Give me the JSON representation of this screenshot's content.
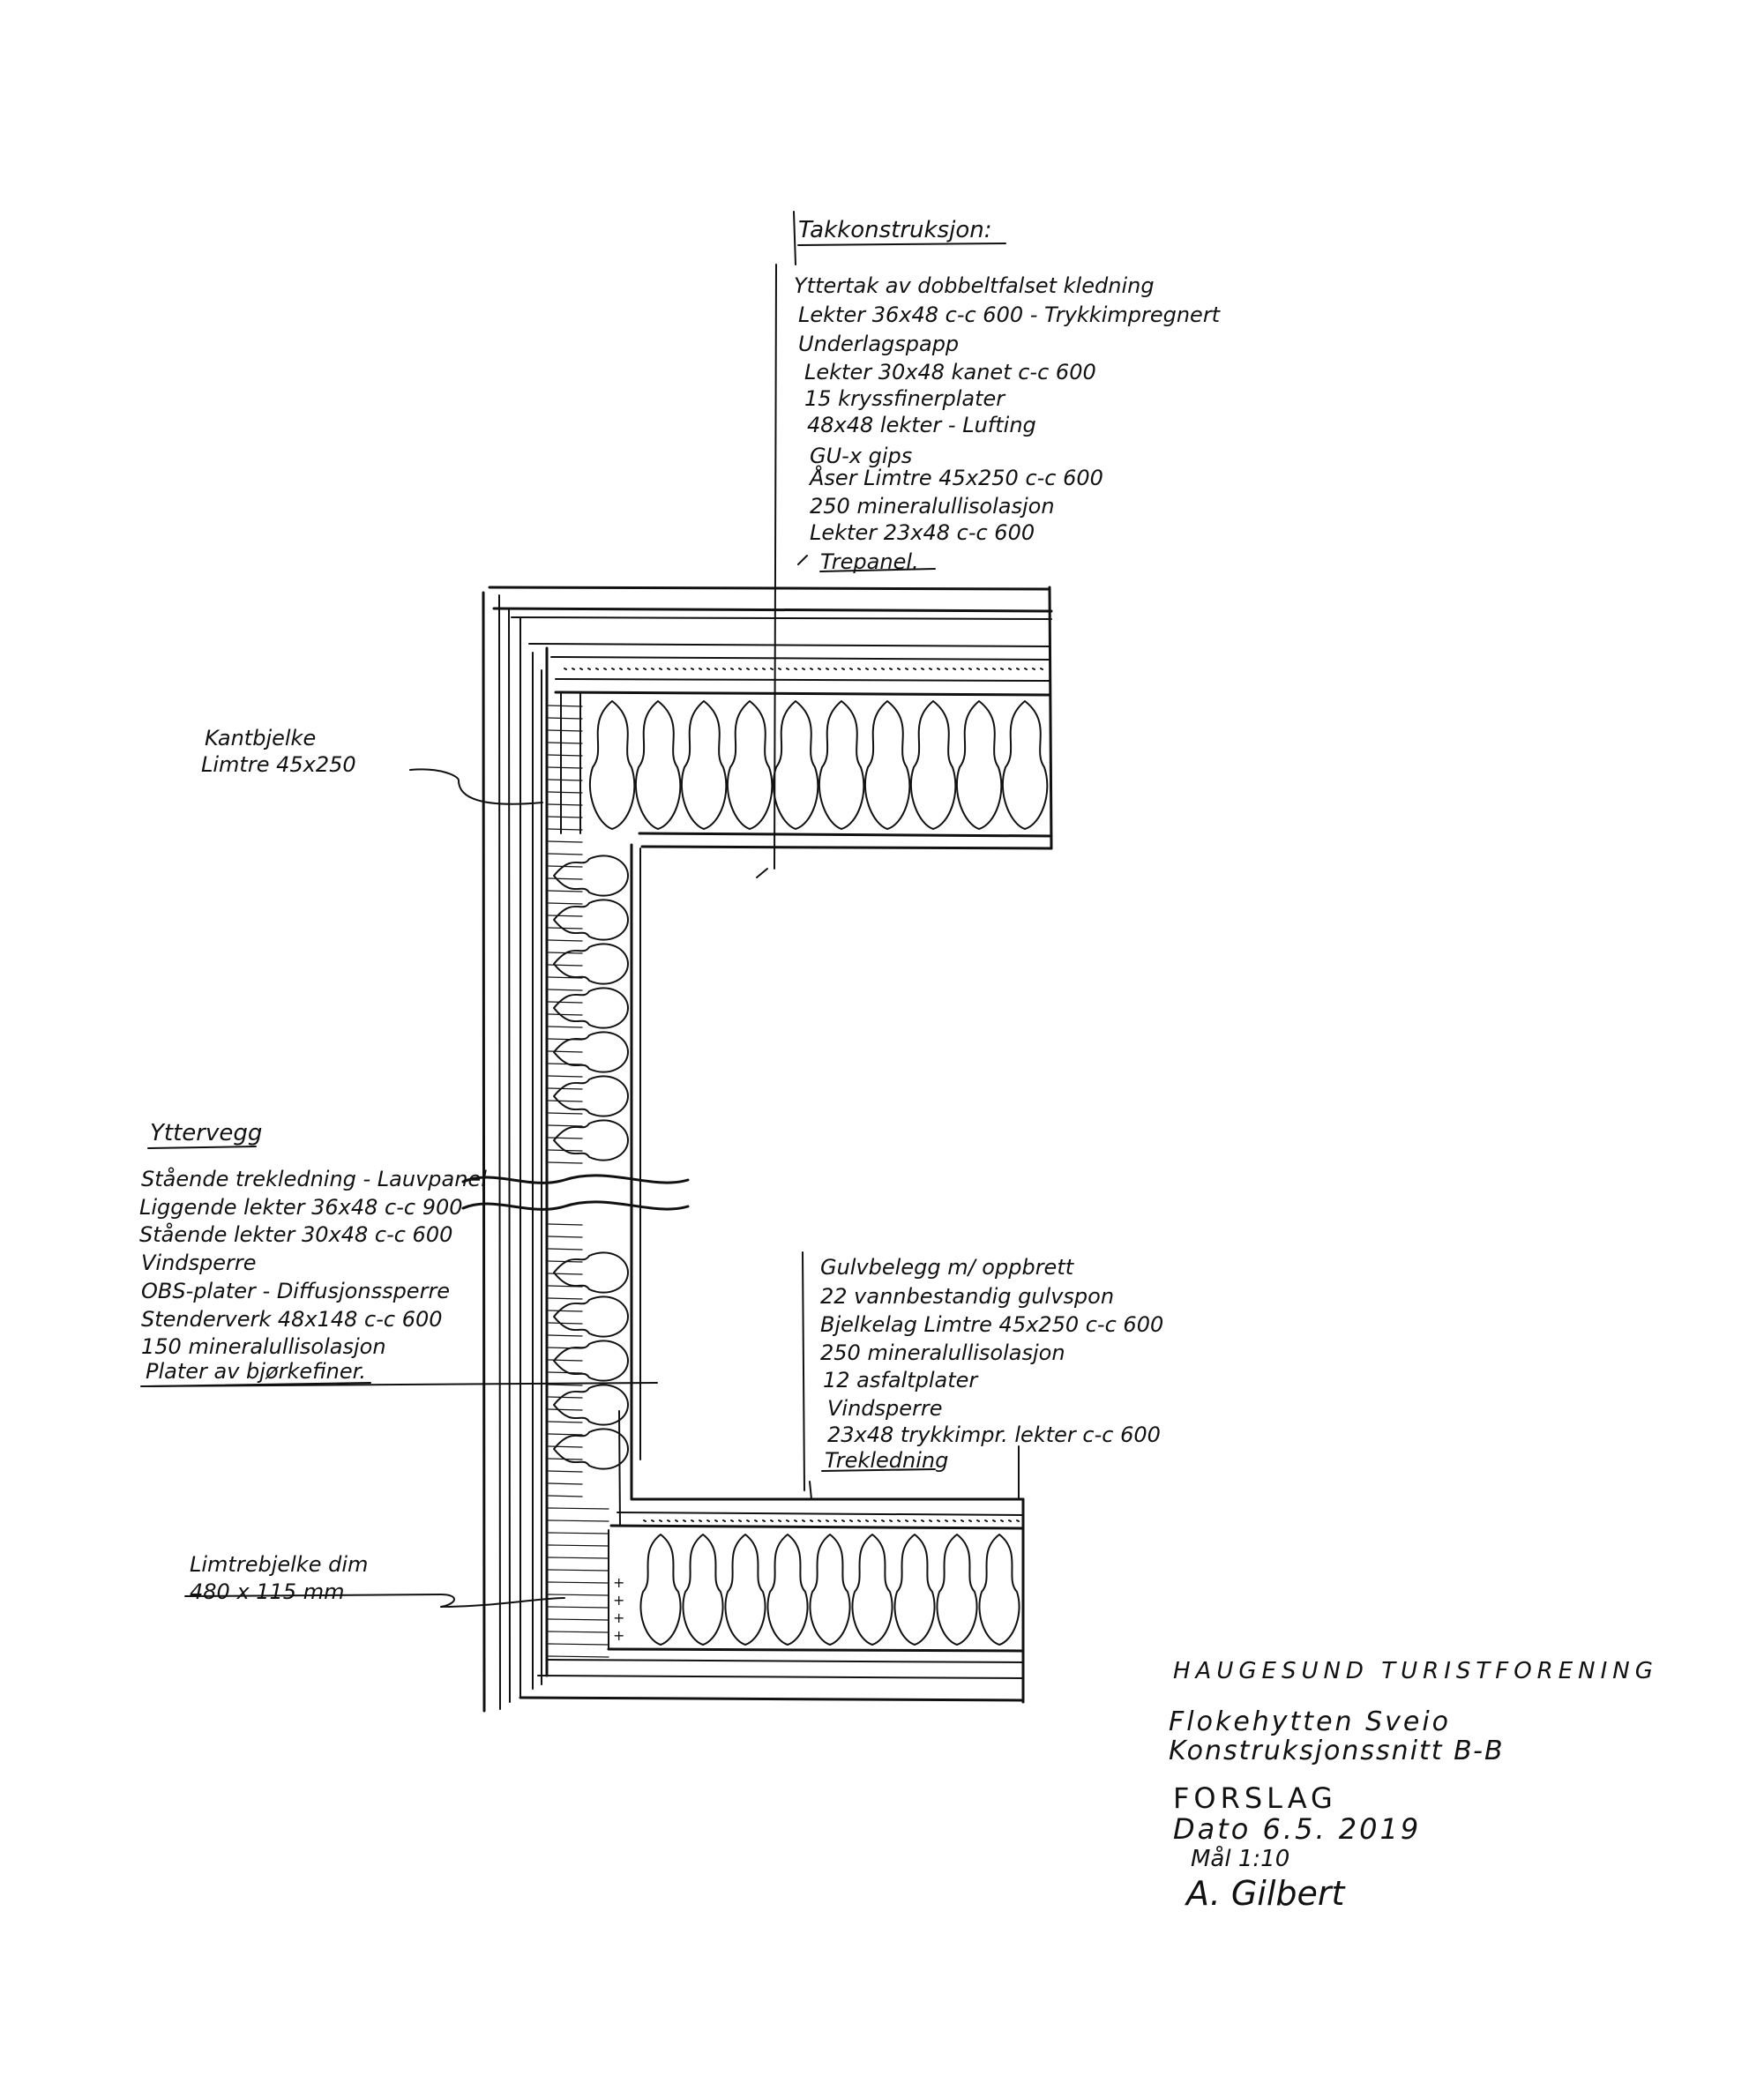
{
  "roof_notes": {
    "title": "Takkonstruksjon:",
    "lines": [
      "Yttertak av dobbeltfalset kledning",
      "Lekter 36x48 c-c 600 - Trykkimpregnert",
      "Underlagspapp",
      "Lekter 30x48 kanet c-c 600",
      "15 kryssfinerplater",
      "48x48 lekter - Lufting",
      "GU-x gips",
      "Åser Limtre 45x250 c-c 600",
      "250 mineralullisolasjon",
      "Lekter 23x48 c-c 600",
      "Trepanel."
    ]
  },
  "edge_beam": {
    "lines": [
      "Kantbjelke",
      "Limtre 45x250"
    ]
  },
  "wall_notes": {
    "title": "Yttervegg",
    "lines": [
      "Stående trekledning - Lauvpanel",
      "Liggende lekter 36x48 c-c 900",
      "Stående lekter 30x48 c-c 600",
      "Vindsperre",
      "OBS-plater - Diffusjonssperre",
      "Stenderverk 48x148 c-c 600",
      "150 mineralullisolasjon",
      "Plater av bjørkefiner."
    ]
  },
  "floor_notes": {
    "lines": [
      "Gulvbelegg m/ oppbrett",
      "22 vannbestandig gulvspon",
      "Bjelkelag Limtre 45x250 c-c 600",
      "250 mineralullisolasjon",
      "12 asfaltplater",
      "Vindsperre",
      "23x48 trykkimpr. lekter c-c 600",
      "Trekledning"
    ]
  },
  "glulam_beam": {
    "lines": [
      "Limtrebjelke dim",
      "480 x 115 mm"
    ]
  },
  "title_block": {
    "client": "HAUGESUND TURISTFORENING",
    "project": "Flokehytten Sveio",
    "drawing": "Konstruksjonssnitt B-B",
    "status": "FORSLAG",
    "date": "Dato 6.5. 2019",
    "scale": "Mål 1:10",
    "signature": "A. Gilbert"
  },
  "colors": {
    "ink": "#111111",
    "paper": "#ffffff"
  }
}
